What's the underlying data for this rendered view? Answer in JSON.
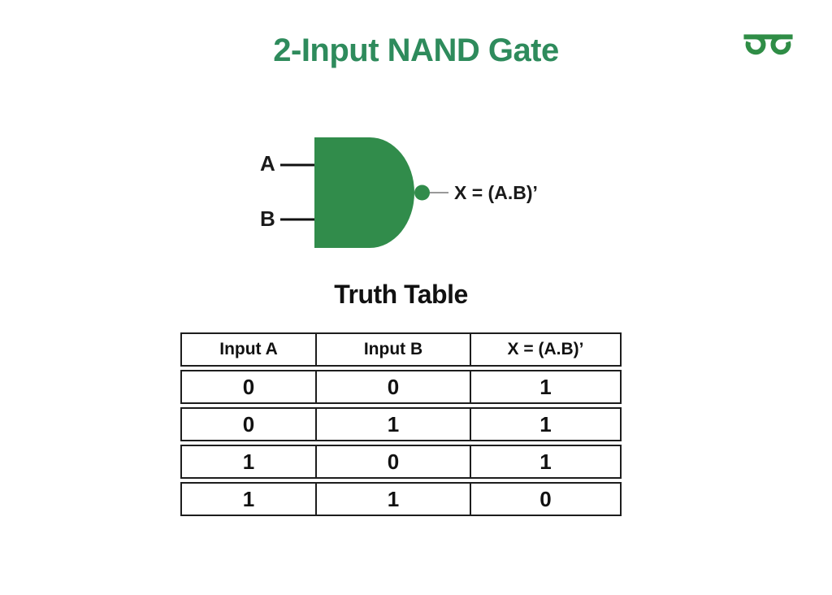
{
  "page": {
    "title": "2-Input NAND Gate"
  },
  "logo": {
    "icon": "geeksforgeeks-logo",
    "color": "#2f8d46"
  },
  "gate": {
    "type": "NAND",
    "fill_color": "#318c4b",
    "input_a_label": "A",
    "input_b_label": "B",
    "output_label": "X = (A.B)’"
  },
  "truth_table": {
    "heading": "Truth Table",
    "columns": [
      "Input A",
      "Input B",
      "X = (A.B)’"
    ],
    "rows": [
      [
        "0",
        "0",
        "1"
      ],
      [
        "0",
        "1",
        "1"
      ],
      [
        "1",
        "0",
        "1"
      ],
      [
        "1",
        "1",
        "0"
      ]
    ]
  },
  "colors": {
    "title_green": "#2e8b5c",
    "gate_green": "#318c4b",
    "logo_green": "#2f8d46",
    "border_dark": "#1d1d1d",
    "output_line_gray": "#999999"
  }
}
